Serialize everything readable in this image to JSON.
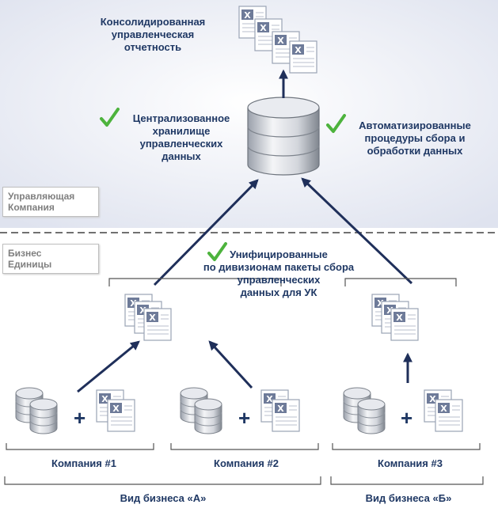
{
  "top_report_label": "Консолидированная\nуправленческая\nотчетность",
  "central_storage_label": "Централизованное\nхранилище\nуправленческих\nданных",
  "automated_label": "Автоматизированные\nпроцедуры сбора и\nобработки данных",
  "unified_label": "Унифицированные\nпо дивизионам пакеты сбора\nуправленческих\nданных для УК",
  "mgmt_company_label": "Управляющая\nКомпания",
  "business_units_label": "Бизнес\nЕдиницы",
  "companies": [
    "Компания #1",
    "Компания #2",
    "Компания #3"
  ],
  "business_types": [
    "Вид бизнеса «А»",
    "Вид бизнеса «Б»"
  ],
  "plus_sign": "+",
  "colors": {
    "text": "#1f3864",
    "arrow": "#1f2f5a",
    "check": "#4db33d"
  }
}
